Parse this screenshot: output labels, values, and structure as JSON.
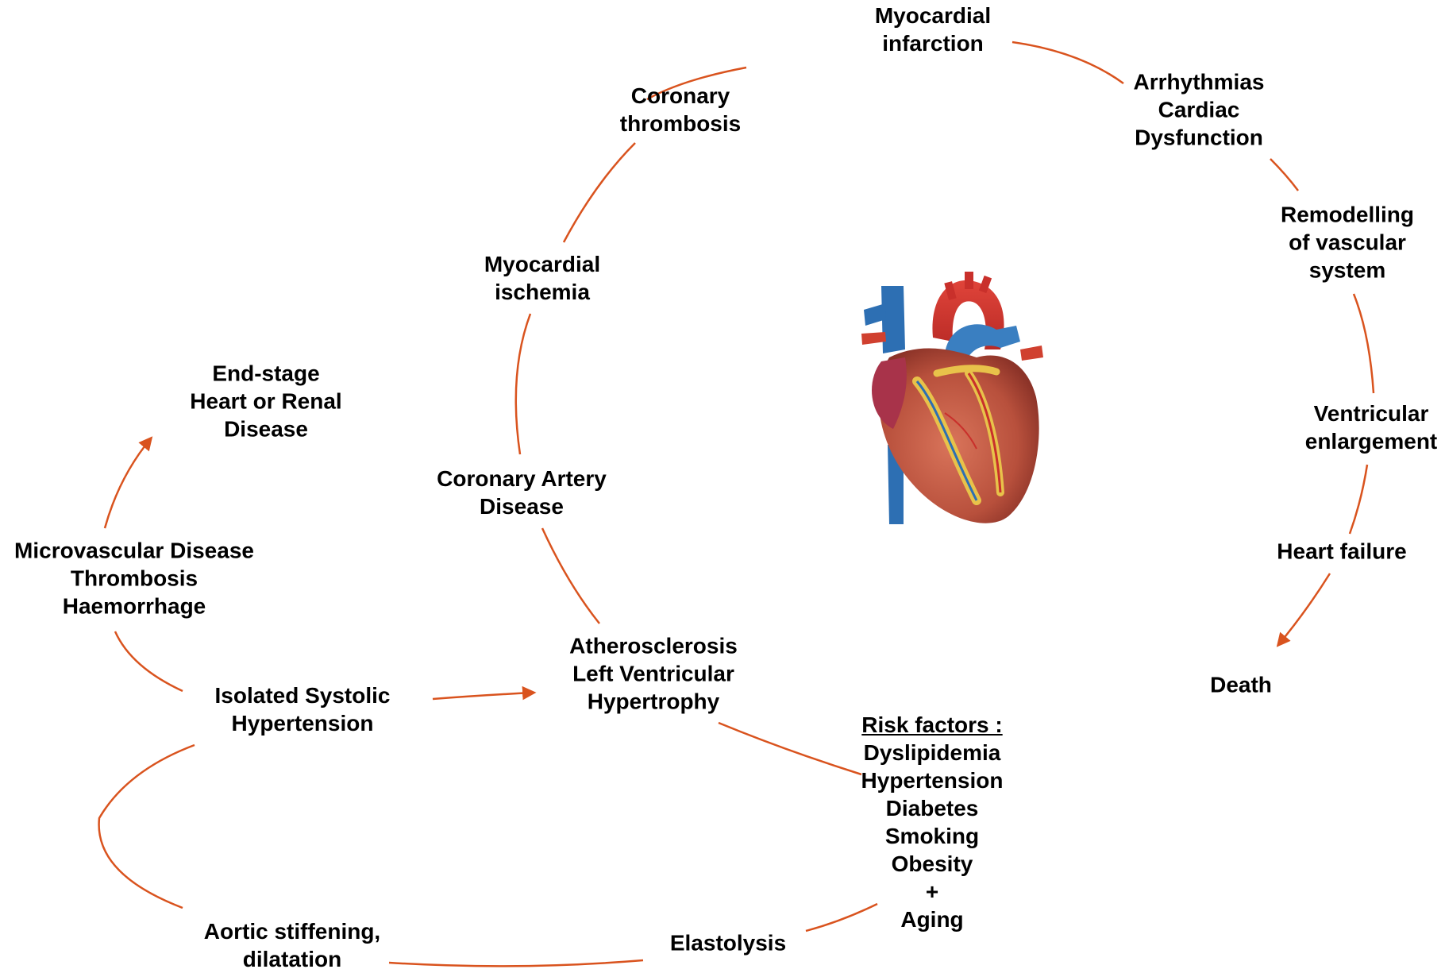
{
  "colors": {
    "arrow": "#d9531e",
    "text": "#000000"
  },
  "nodes": {
    "myocardial_infarction": [
      "Myocardial",
      "infarction"
    ],
    "arrhythmias": [
      "Arrhythmias",
      "Cardiac",
      "Dysfunction"
    ],
    "coronary_thrombosis": [
      "Coronary",
      "thrombosis"
    ],
    "remodelling": [
      "Remodelling",
      "of vascular",
      "system"
    ],
    "myocardial_ischemia": [
      "Myocardial",
      "ischemia"
    ],
    "end_stage": [
      "End-stage",
      "Heart or Renal",
      "Disease"
    ],
    "ventricular_enlargement": [
      "Ventricular",
      "enlargement"
    ],
    "coronary_artery_disease": [
      "Coronary Artery",
      "Disease"
    ],
    "microvascular": [
      "Microvascular Disease",
      "Thrombosis",
      "Haemorrhage"
    ],
    "heart_failure": [
      "Heart failure"
    ],
    "atherosclerosis": [
      "Atherosclerosis",
      "Left Ventricular",
      "Hypertrophy"
    ],
    "isolated_systolic": [
      "Isolated Systolic",
      "Hypertension"
    ],
    "death": [
      "Death"
    ],
    "risk_factors": {
      "heading": "Risk factors :",
      "items": [
        "Dyslipidemia",
        "Hypertension",
        "Diabetes",
        "Smoking",
        "Obesity",
        "+",
        "Aging"
      ]
    },
    "aortic_stiffening": [
      "Aortic stiffening,",
      "dilatation"
    ],
    "elastolysis": [
      "Elastolysis"
    ]
  },
  "heart_image": {
    "icon": "heart-anatomy-illustration"
  }
}
